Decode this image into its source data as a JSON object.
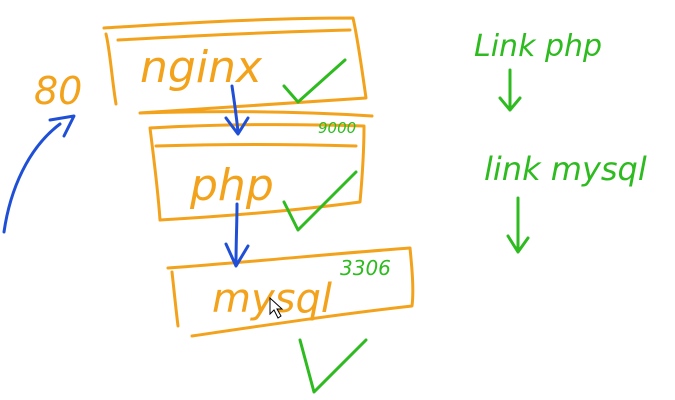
{
  "colors": {
    "orange": "#f3a21c",
    "green": "#2dbb1f",
    "blue": "#1f4fd6"
  },
  "boxes": {
    "nginx": "nginx",
    "php": "php",
    "mysql": "mysql"
  },
  "ports": {
    "incoming": "80",
    "php": "9000",
    "mysql": "3306"
  },
  "notes": {
    "link_php": "Link php",
    "link_mysql": "link mysql"
  }
}
